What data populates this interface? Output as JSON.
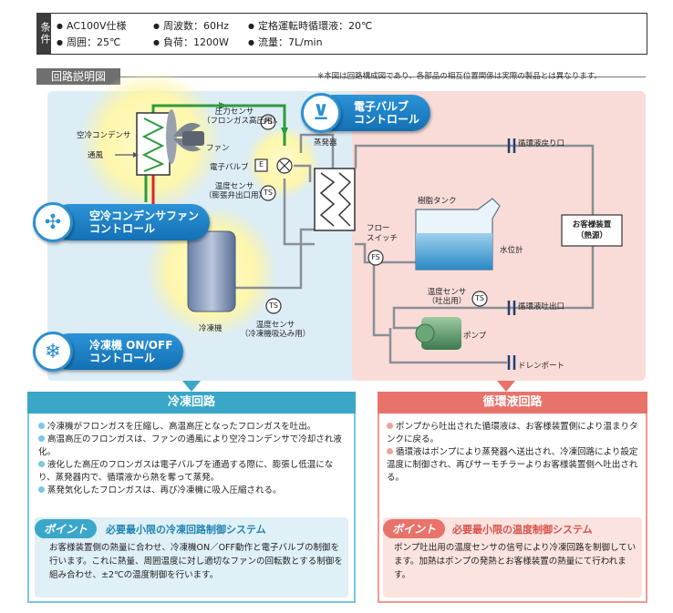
{
  "conditions": {
    "label": "条件",
    "items": [
      "AC100V仕様",
      "周波数：60Hz",
      "定格運転時循環液：20℃",
      "周囲：25℃",
      "負荷：1200W",
      "流量：7L/min"
    ]
  },
  "diagram": {
    "section_title": "回路説明図",
    "note": "※本図は回路構成図であり、各部品の相互位置関係は実際の製品とは異なります。",
    "badges": {
      "valve": "電子バルブ\nコントロール",
      "fan": "空冷コンデンサファン\nコントロール",
      "onoff": "冷凍機 ON/OFF\nコントロール"
    },
    "labels": {
      "condenser": "空冷コンデンサ",
      "airflow": "通風",
      "fan": "ファン",
      "pressure_sensor": "圧力センサ\n（フロンガス高圧用）",
      "ps": "PS",
      "valve": "電子バルブ",
      "e": "E",
      "temp_sensor_exp": "温度センサ\n（膨張弁出口用）",
      "ts": "TS",
      "evaporator": "蒸発器",
      "compressor": "冷凍機",
      "temp_sensor_suction": "温度センサ\n（冷凍機吸込み用）",
      "return_port": "循環液戻り口",
      "resin_tank": "樹脂タンク",
      "customer_device": "お客様装置\n（熱源）",
      "flow_switch": "フロー\nスイッチ",
      "fs": "FS",
      "level_gauge": "水位計",
      "temp_sensor_discharge": "温度センサ\n（吐出用）",
      "outlet_port": "循環液吐出口",
      "pump": "ポンプ",
      "drain_port": "ドレンポート"
    }
  },
  "panels": {
    "refrigeration": {
      "title": "冷凍回路",
      "bullets": [
        "冷凍機がフロンガスを圧縮し、高温高圧となったフロンガスを吐出。",
        "高温高圧のフロンガスは、ファンの通風により空冷コンデンサで冷却され液化。",
        "液化した高圧のフロンガスは電子バルブを通過する際に、膨張し低温になり、蒸発器内で、循環液から熱を奪って蒸発。",
        "蒸発気化したフロンガスは、再び冷凍機に吸入圧縮される。"
      ],
      "point_tag": "ポイント",
      "point_title": "必要最小限の冷凍回路制御システム",
      "point_body": "お客様装置側の熱量に合わせ、冷凍機ON／OFF動作と電子バルブの制御を行います。これに熱量、周囲温度に対し適切なファンの回転数とする制御を組み合わせ、±2℃の温度制御を行います。"
    },
    "circulation": {
      "title": "循環液回路",
      "bullets": [
        "ポンプから吐出された循環液は、お客様装置側により温まりタンクに戻る。",
        "循環液はポンプにより蒸発器へ送出され、冷凍回路により設定温度に制御され、再びサーモチラーよりお客様装置側へ吐出される。"
      ],
      "point_tag": "ポイント",
      "point_title": "必要最小限の温度制御システム",
      "point_body": "ポンプ吐出用の温度センサの信号により冷凍回路を制御しています。加熱はポンプの発熱とお客様装置の熱量にて行われます。"
    }
  },
  "colors": {
    "refrigerant_green": "#2e9a3c",
    "refrigerant_red": "#d9262c",
    "pipe_gray": "#8a8f96",
    "badge_blue": "#1a7fc3",
    "left_accent": "#3aa7c9",
    "right_accent": "#e8736b"
  }
}
